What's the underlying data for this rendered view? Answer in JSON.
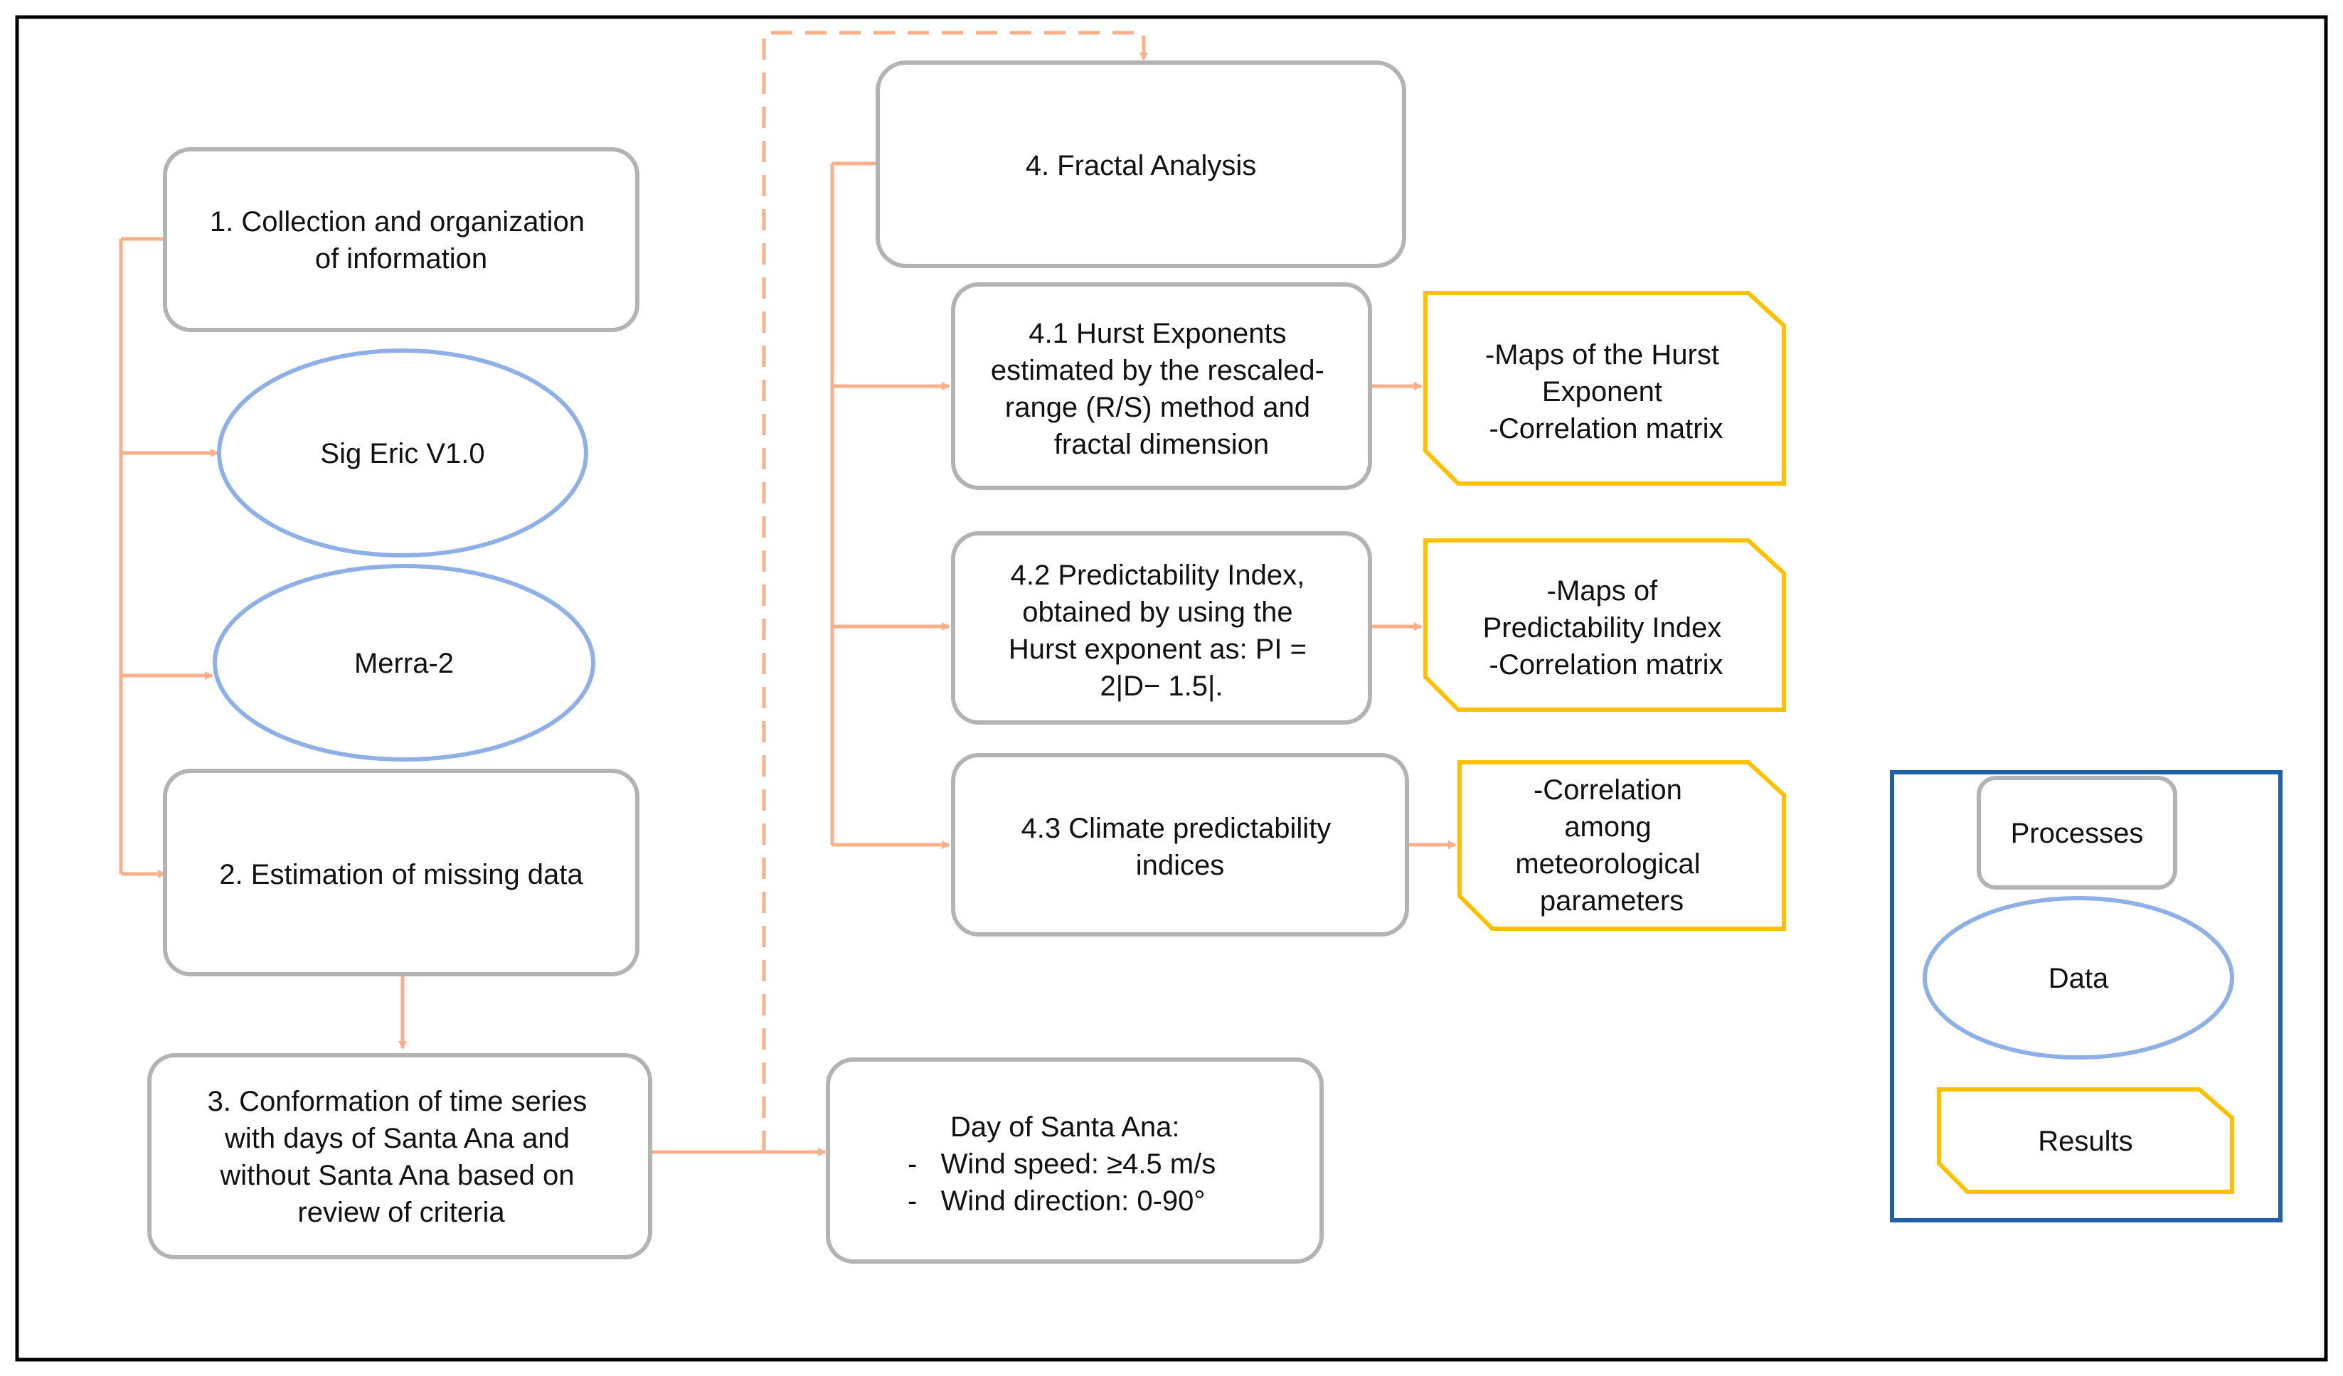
{
  "colors": {
    "border": "#000000",
    "process_stroke": "#b3b3b3",
    "data_stroke": "#8fb0e6",
    "result_stroke": "#ffc000",
    "connector": "#f8b08a",
    "legend_frame": "#1f5fa8"
  },
  "processes": {
    "p1": [
      "1. Collection and organization",
      "of information"
    ],
    "p2": [
      "2. Estimation of missing data"
    ],
    "p3": [
      "3. Conformation of time series",
      "with days of Santa Ana and",
      "without Santa Ana based on",
      "review of criteria"
    ],
    "p4": [
      "4. Fractal Analysis"
    ],
    "p41": [
      "4.1 Hurst Exponents",
      "estimated by the rescaled-",
      "range (R/S) method and",
      "fractal dimension"
    ],
    "p42": [
      "4.2 Predictability Index,",
      "obtained by using the",
      "Hurst exponent as: PI =",
      "2|D− 1.5|."
    ],
    "p43": [
      "4.3 Climate predictability",
      "indices"
    ],
    "santa_ana": [
      "Day of Santa Ana:",
      "-   Wind speed: ≥4.5 m/s",
      "-   Wind direction: 0-90°"
    ]
  },
  "data_items": {
    "sig_eric": "Sig Eric V1.0",
    "merra": "Merra-2"
  },
  "results": {
    "r41": [
      "-Maps of the Hurst",
      "Exponent",
      "-Correlation matrix"
    ],
    "r42": [
      "-Maps of",
      "Predictability Index",
      "-Correlation matrix"
    ],
    "r43": [
      "-Correlation",
      "among",
      "meteorological",
      "parameters"
    ]
  },
  "legend": {
    "processes": "Processes",
    "data": "Data",
    "results": "Results"
  }
}
